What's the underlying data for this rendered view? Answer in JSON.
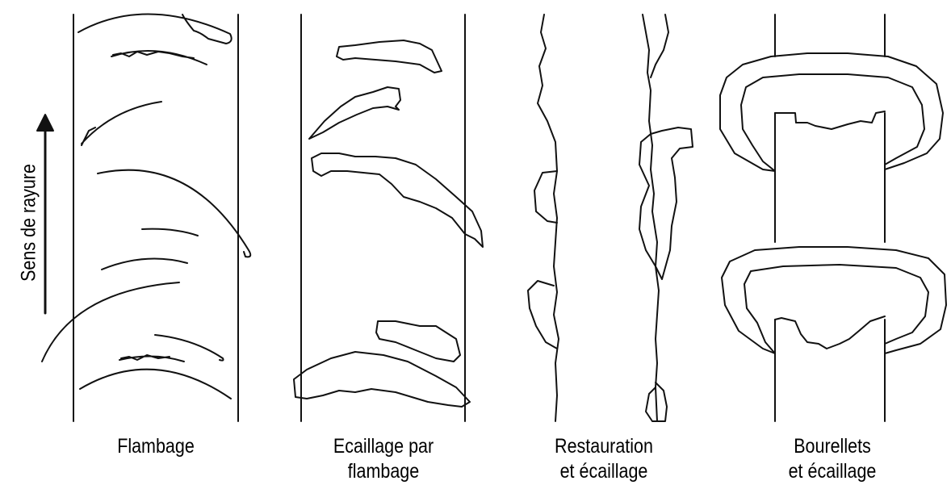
{
  "axis_label": "Sens de rayure",
  "panels": [
    {
      "caption_line1": "Flambage",
      "caption_line2": ""
    },
    {
      "caption_line1": "Ecaillage par",
      "caption_line2": "flambage"
    },
    {
      "caption_line1": "Restauration",
      "caption_line2": "et écaillage"
    },
    {
      "caption_line1": "Bourellets",
      "caption_line2": "et écaillage"
    }
  ],
  "colors": {
    "line": "#111111",
    "background": "#ffffff"
  }
}
